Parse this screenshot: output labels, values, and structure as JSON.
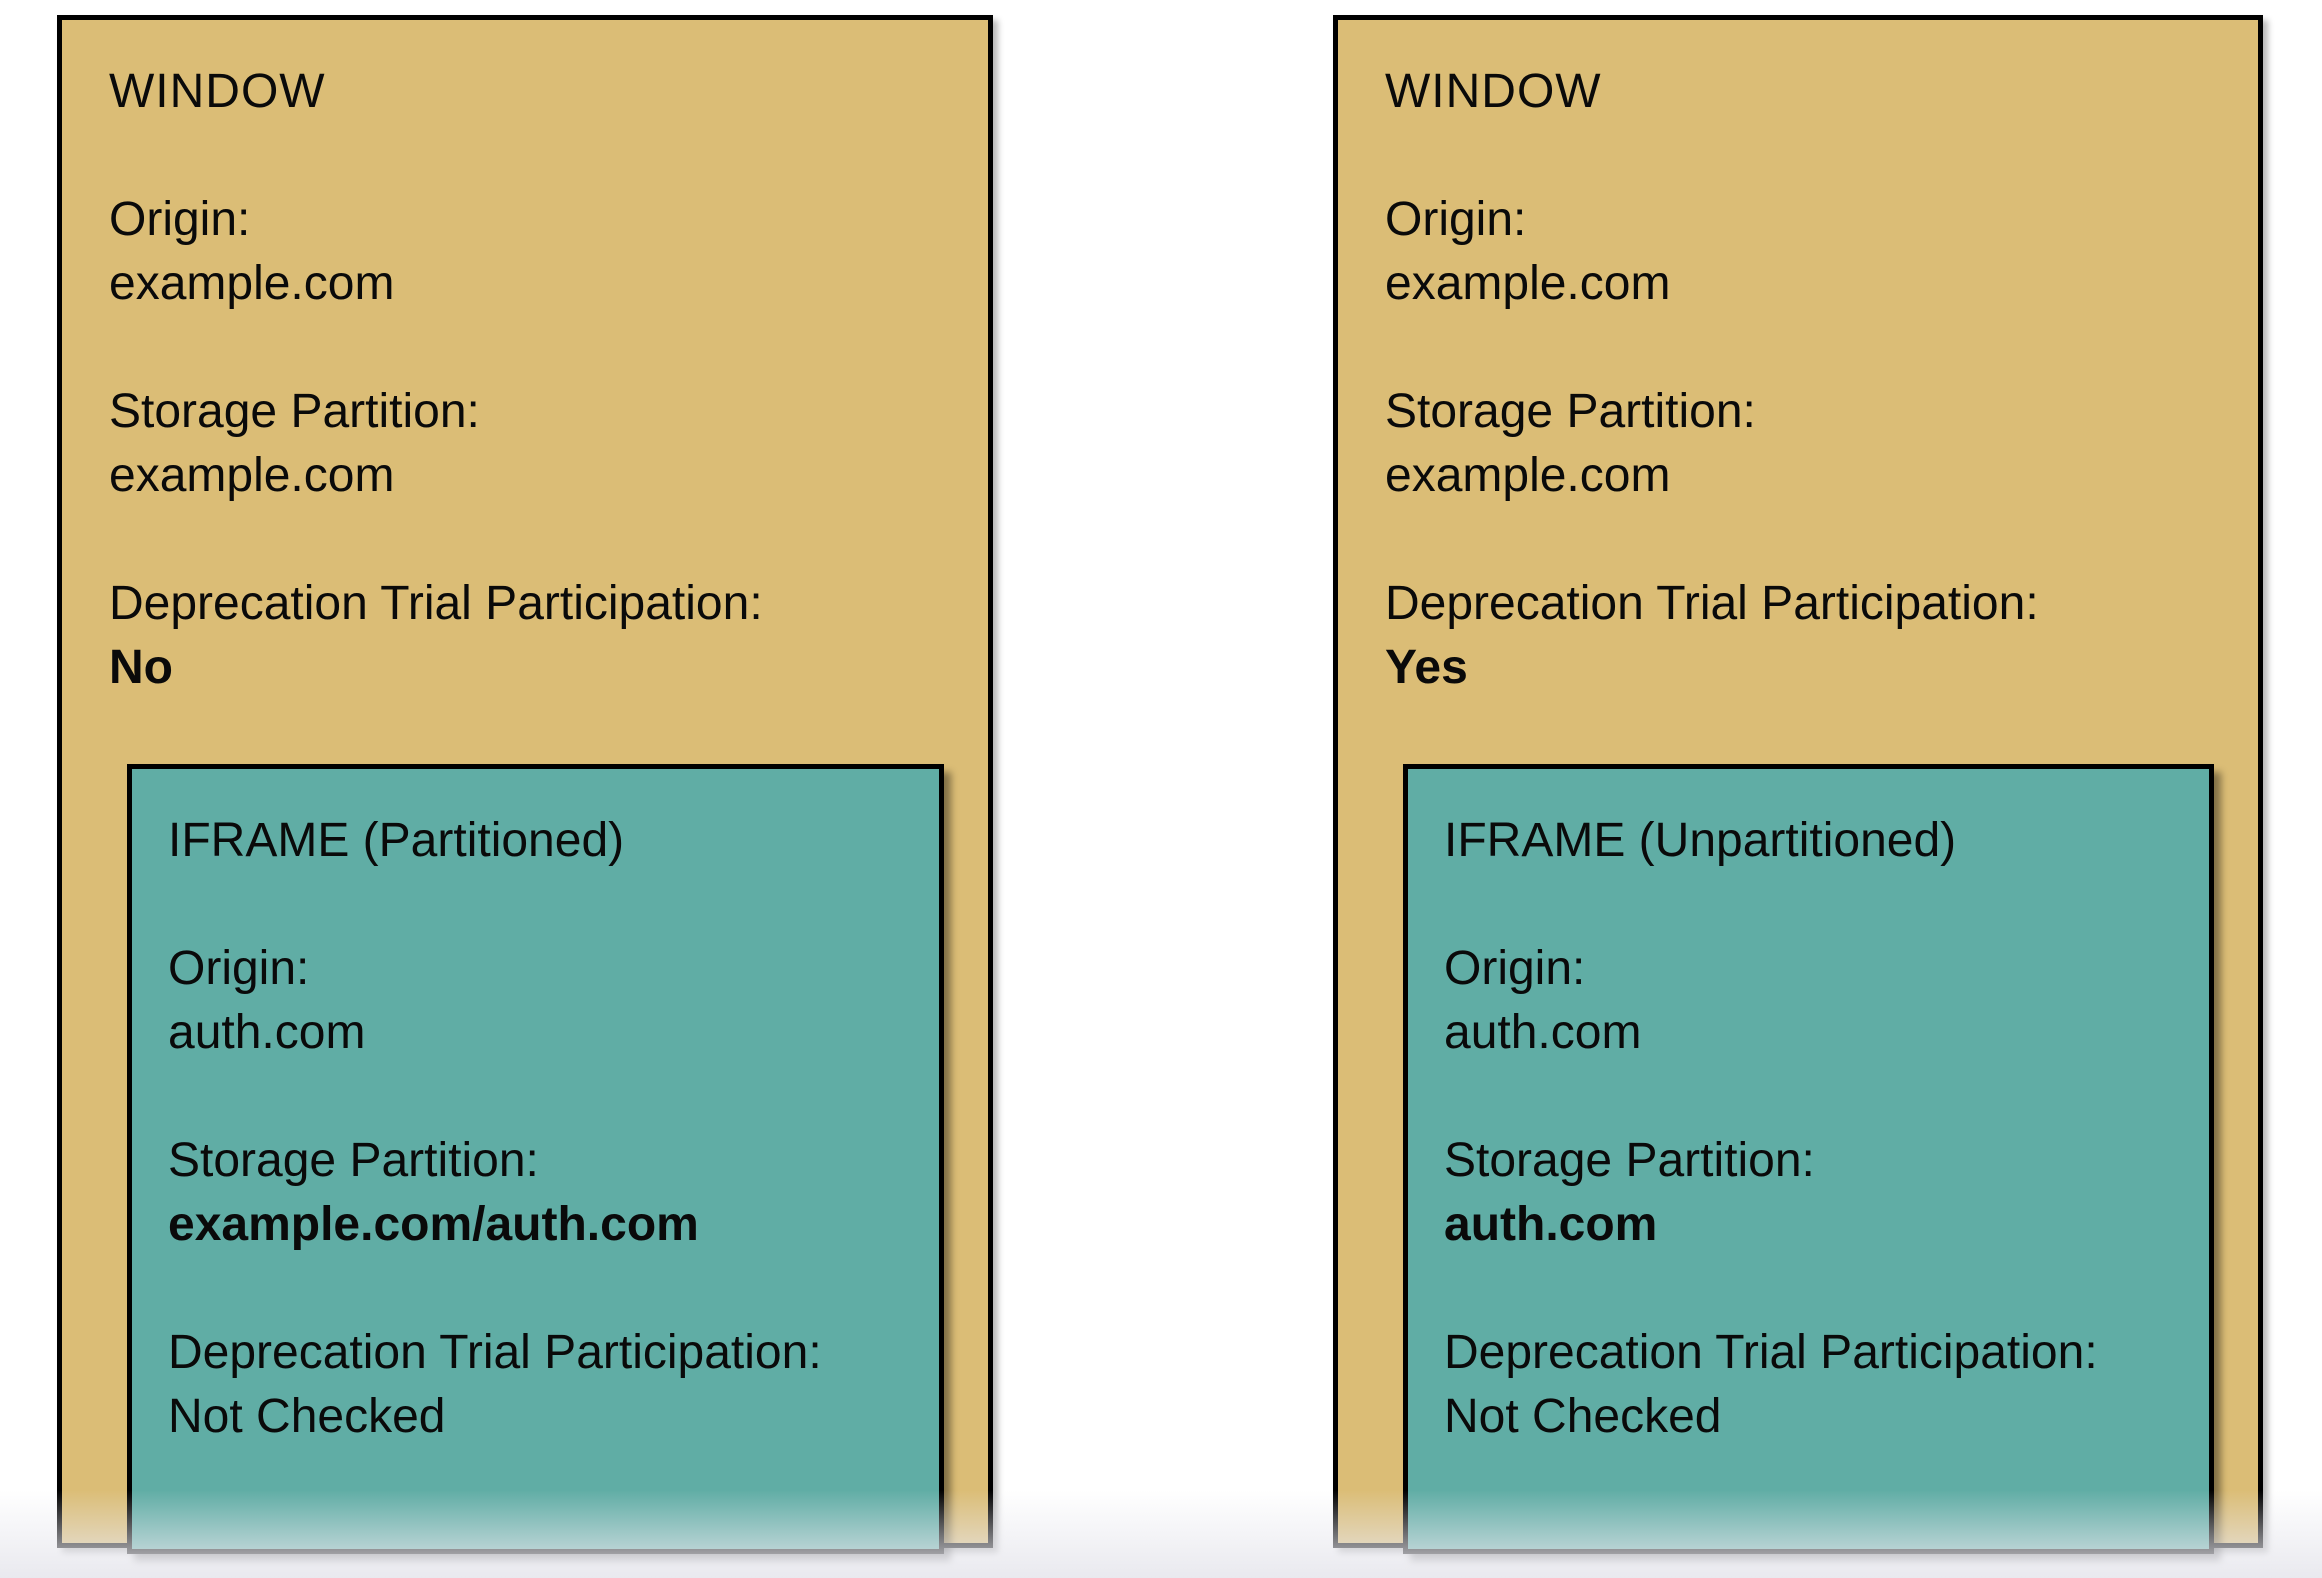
{
  "colors": {
    "page_bg": "#FFFFFF",
    "window_bg": "#DBBD76",
    "iframe_bg": "#60ADA5",
    "border": "#000000"
  },
  "panels": [
    {
      "window_title": "WINDOW",
      "window_fields": [
        {
          "label": "Origin:",
          "value": "example.com",
          "bold": false
        },
        {
          "label": "Storage Partition:",
          "value": "example.com",
          "bold": false
        },
        {
          "label": "Deprecation Trial Participation:",
          "value": "No",
          "bold": true
        }
      ],
      "iframe_title": "IFRAME (Partitioned)",
      "iframe_fields": [
        {
          "label": "Origin:",
          "value": "auth.com",
          "bold": false
        },
        {
          "label": "Storage Partition:",
          "value": "example.com/auth.com",
          "bold": true
        },
        {
          "label": "Deprecation Trial Participation:",
          "value": "Not Checked",
          "bold": false
        }
      ]
    },
    {
      "window_title": "WINDOW",
      "window_fields": [
        {
          "label": "Origin:",
          "value": "example.com",
          "bold": false
        },
        {
          "label": "Storage Partition:",
          "value": "example.com",
          "bold": false
        },
        {
          "label": "Deprecation Trial Participation:",
          "value": "Yes",
          "bold": true
        }
      ],
      "iframe_title": "IFRAME (Unpartitioned)",
      "iframe_fields": [
        {
          "label": "Origin:",
          "value": "auth.com",
          "bold": false
        },
        {
          "label": "Storage Partition:",
          "value": "auth.com",
          "bold": true
        },
        {
          "label": "Deprecation Trial Participation:",
          "value": "Not Checked",
          "bold": false
        }
      ]
    }
  ]
}
